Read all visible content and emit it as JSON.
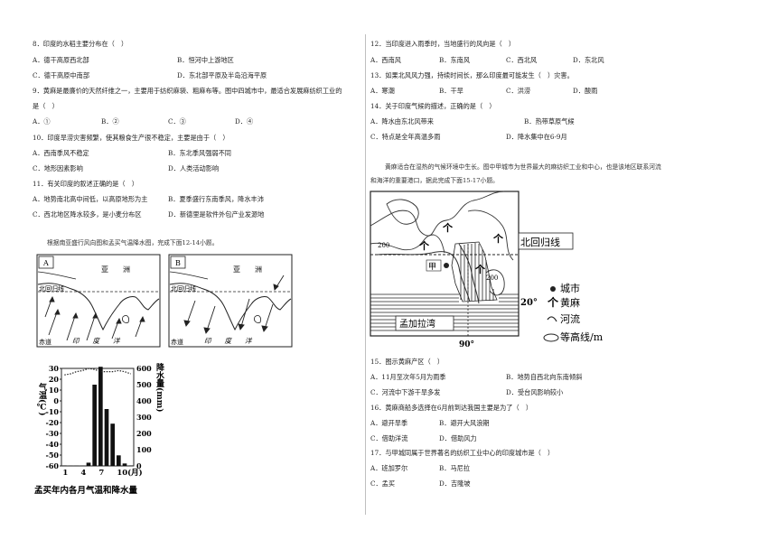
{
  "left": {
    "q8": {
      "stem": "8．印度的水稻主要分布在（　）",
      "A": "A．德干高原西北部",
      "B": "B．恒河中上游地区",
      "C": "C．德干高原中南部",
      "D": "D．东北部平原及半岛沿海平原"
    },
    "q9": {
      "stem1": "9．黄麻是最廉价的天然纤维之一，主要用于纺织麻袋、粗麻布等。图中四城市中，最适合发展麻纺织工业的",
      "stem2": "是（　）",
      "A": "A．①",
      "B": "B．②",
      "C": "C．③",
      "D": "D．④"
    },
    "q10": {
      "stem": "10．印度旱涝灾害频繁，使其粮食生产很不稳定，主要是由于（　）",
      "A": "A．西南季风不稳定",
      "B": "B．东北季风强弱不同",
      "C": "C．地形因素影响",
      "D": "D．人类活动影响"
    },
    "q11": {
      "stem": "11．有关印度的叙述正确的是（　）",
      "A": "A．地势南北高中间低，以高原地形为主",
      "B": "B．夏季盛行东南季风，降水丰沛",
      "C": "C．西北地区降水较多，是小麦分布区",
      "D": "D．新德里是软件外包产业发源地"
    },
    "intro": "根据南亚盛行风向图和孟买气温降水图，完成下面12-14小题。",
    "mapA": {
      "letter": "A",
      "asia": "亚　　洲",
      "tropic": "北回归线",
      "equator": "赤道",
      "ocean": "印　　度　　洋"
    },
    "mapB": {
      "letter": "B",
      "asia": "亚　　洲",
      "tropic": "北回归线",
      "equator": "赤道",
      "ocean": "印　　度　　洋"
    },
    "climate": {
      "temp_label": "气温(℃)",
      "precip_label": "降水量(mm)",
      "temp_ticks": [
        "30",
        "20",
        "10",
        "0",
        "-10",
        "-20",
        "-30",
        "-40",
        "-50",
        "-60"
      ],
      "precip_ticks": [
        "600",
        "500",
        "400",
        "300",
        "200",
        "100",
        "0"
      ],
      "month_ticks": [
        "1",
        "4",
        "7",
        "10(月)"
      ],
      "caption": "孟买年内各月气温和降水量"
    }
  },
  "chart_data": {
    "type": "bar",
    "title": "孟买年内各月气温和降水量",
    "categories": [
      "1",
      "2",
      "3",
      "4",
      "5",
      "6",
      "7",
      "8",
      "9",
      "10",
      "11",
      "12"
    ],
    "series": [
      {
        "name": "降水量",
        "values": [
          3,
          2,
          2,
          2,
          20,
          500,
          610,
          350,
          260,
          65,
          15,
          3
        ]
      },
      {
        "name": "气温",
        "values": [
          24,
          25,
          27,
          28,
          30,
          29,
          27,
          27,
          27,
          28,
          27,
          25
        ]
      }
    ],
    "ylim_temp": [
      -60,
      30
    ],
    "ylim_precip": [
      0,
      600
    ]
  },
  "right": {
    "q12": {
      "stem": "12．当印度进入雨季时，当地盛行的风向是（　）",
      "A": "A．西南风",
      "B": "B．东南风",
      "C": "C．西北风",
      "D": "D．东北风"
    },
    "q13": {
      "stem": "13．如果北风风力强，持续时间长，那么印度最可能发生（　）灾害。",
      "A": "A．寒潮",
      "B": "B．干旱",
      "C": "C．洪涝",
      "D": "D．酸雨"
    },
    "q14": {
      "stem": "14．关于印度气候的描述，正确的是（　）",
      "A": "A．降水由东北风带来",
      "B": "B．热带草原气候",
      "C": "C．特点是全年高温多雨",
      "D": "D．降水集中在6-9月"
    },
    "intro1": "黄麻适合在湿热的气候环境中生长。图中甲城市为世界最大的麻纺织工业和中心，也是该地区联系河流",
    "intro2": "和海洋的重要港口，据此完成下面15-17小题。",
    "map": {
      "tropic": "北回归线",
      "jia": "甲",
      "bay": "孟加拉湾",
      "lat": "20°",
      "lon": "90°",
      "c200a": "200",
      "c200b": "200",
      "legend_city": "城市",
      "legend_jute": "黄麻",
      "legend_river": "河流",
      "legend_contour": "等高线/m"
    },
    "q15": {
      "stem": "15．图示黄麻产区（　）",
      "A": "A．11月至次年5月为雨季",
      "B": "B．地势自西北向东南倾斜",
      "C": "C．河流中下游干旱多发",
      "D": "D．受台风影响较小"
    },
    "q16": {
      "stem": "16．黄麻商船多选择在6月前到达我国主要是为了（　）",
      "A": "A．避开旱季",
      "B": "B．避开大风浪期",
      "C": "C．借助洋流",
      "D": "D．借助风力"
    },
    "q17": {
      "stem": "17．与甲城同属于世界著名的纺织工业中心的印度城市是（　）",
      "A": "A．班加罗尔",
      "B": "B．马尼拉",
      "C": "C．孟买",
      "D": "D．吉隆坡"
    }
  }
}
